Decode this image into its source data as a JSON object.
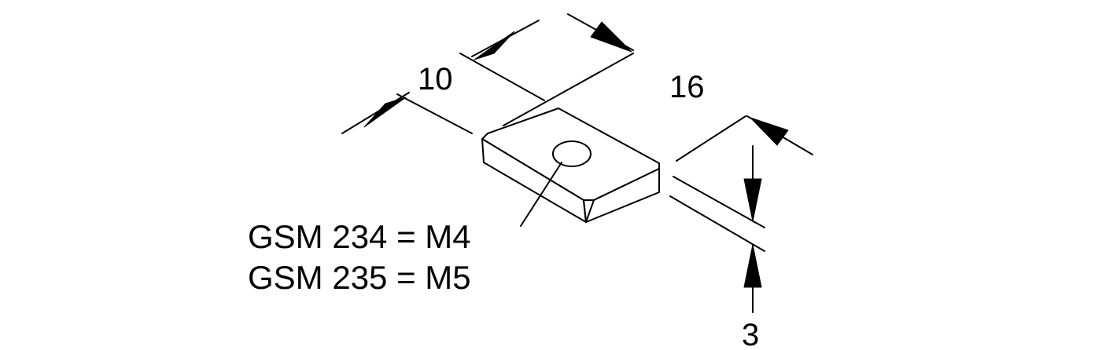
{
  "dimensions": {
    "width_label": "10",
    "length_label": "16",
    "thickness_label": "3"
  },
  "callout": {
    "line1": "GSM 234 = M4",
    "line2": "GSM 235 = M5"
  },
  "colors": {
    "stroke": "#000000",
    "background": "#ffffff",
    "face_top": "#ffffff",
    "face_side": "#ffffff"
  }
}
